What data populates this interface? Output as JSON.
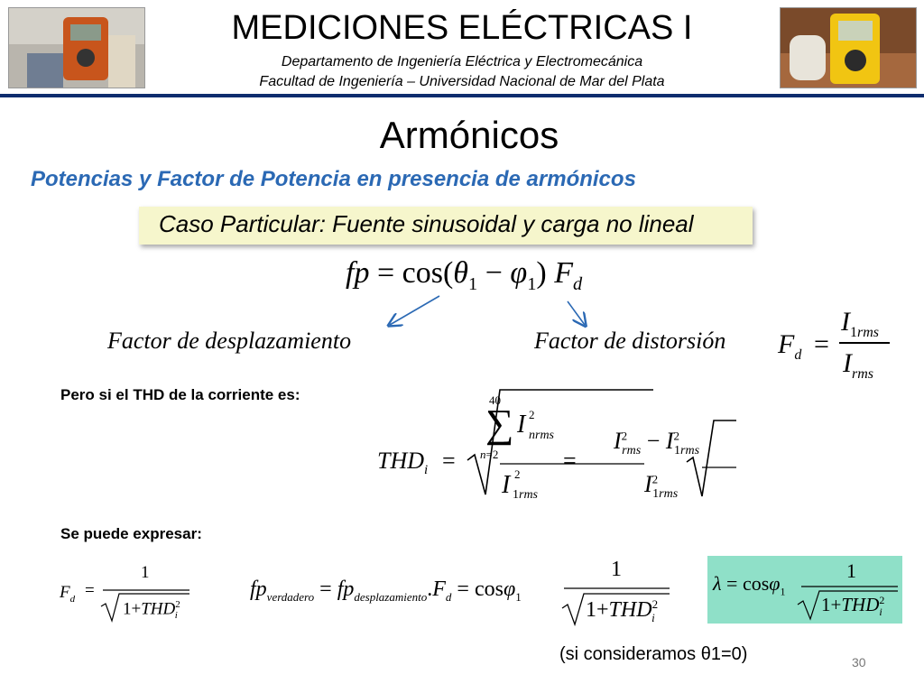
{
  "header": {
    "title": "MEDICIONES ELÉCTRICAS I",
    "department": "Departamento de Ingeniería Eléctrica y Electromecánica",
    "faculty": "Facultad de Ingeniería – Universidad Nacional de Mar del Plata"
  },
  "slide": {
    "title": "Armónicos",
    "subtitle": "Potencias y Factor de Potencia en presencia de armónicos",
    "case": "Caso Particular: Fuente sinusoidal y carga no lineal",
    "label_displacement": "Factor de desplazamiento",
    "label_distortion": "Factor de distorsión",
    "thd_intro": "Pero si el THD de la corriente es:",
    "express_intro": "Se puede expresar:",
    "note": "(si consideramos θ1=0)",
    "page_number": "30"
  },
  "colors": {
    "accent": "#2b69b4",
    "header_line": "#0f2d6e",
    "case_bg": "#f6f6cc",
    "result_bg": "#8fe0c8"
  }
}
